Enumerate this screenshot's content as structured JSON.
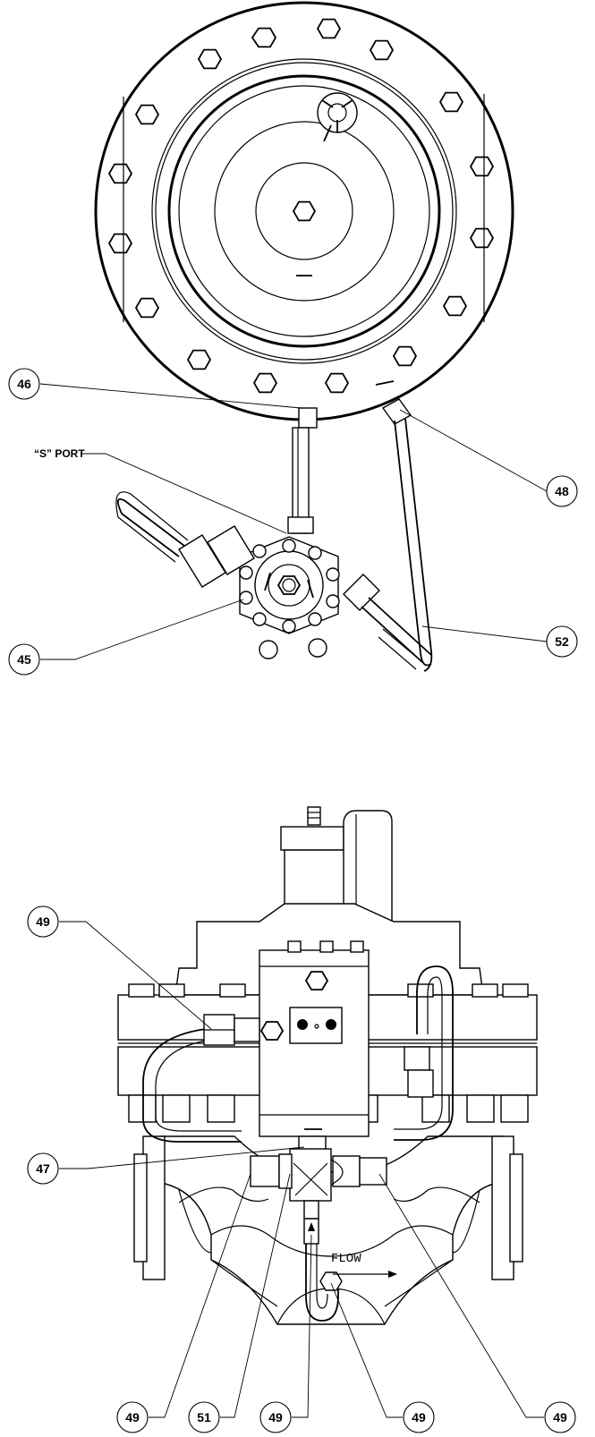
{
  "top_view": {
    "s_port_label": "“S” PORT",
    "callouts": [
      {
        "id": "c46",
        "number": "46"
      },
      {
        "id": "c48",
        "number": "48"
      },
      {
        "id": "c52",
        "number": "52"
      },
      {
        "id": "c45",
        "number": "45"
      }
    ]
  },
  "front_view": {
    "flow_label": "FLOW",
    "callouts": [
      {
        "id": "c49a",
        "number": "49"
      },
      {
        "id": "c47",
        "number": "47"
      },
      {
        "id": "c49b",
        "number": "49"
      },
      {
        "id": "c51",
        "number": "51"
      },
      {
        "id": "c49c",
        "number": "49"
      },
      {
        "id": "c49d",
        "number": "49"
      },
      {
        "id": "c49e",
        "number": "49"
      }
    ]
  }
}
